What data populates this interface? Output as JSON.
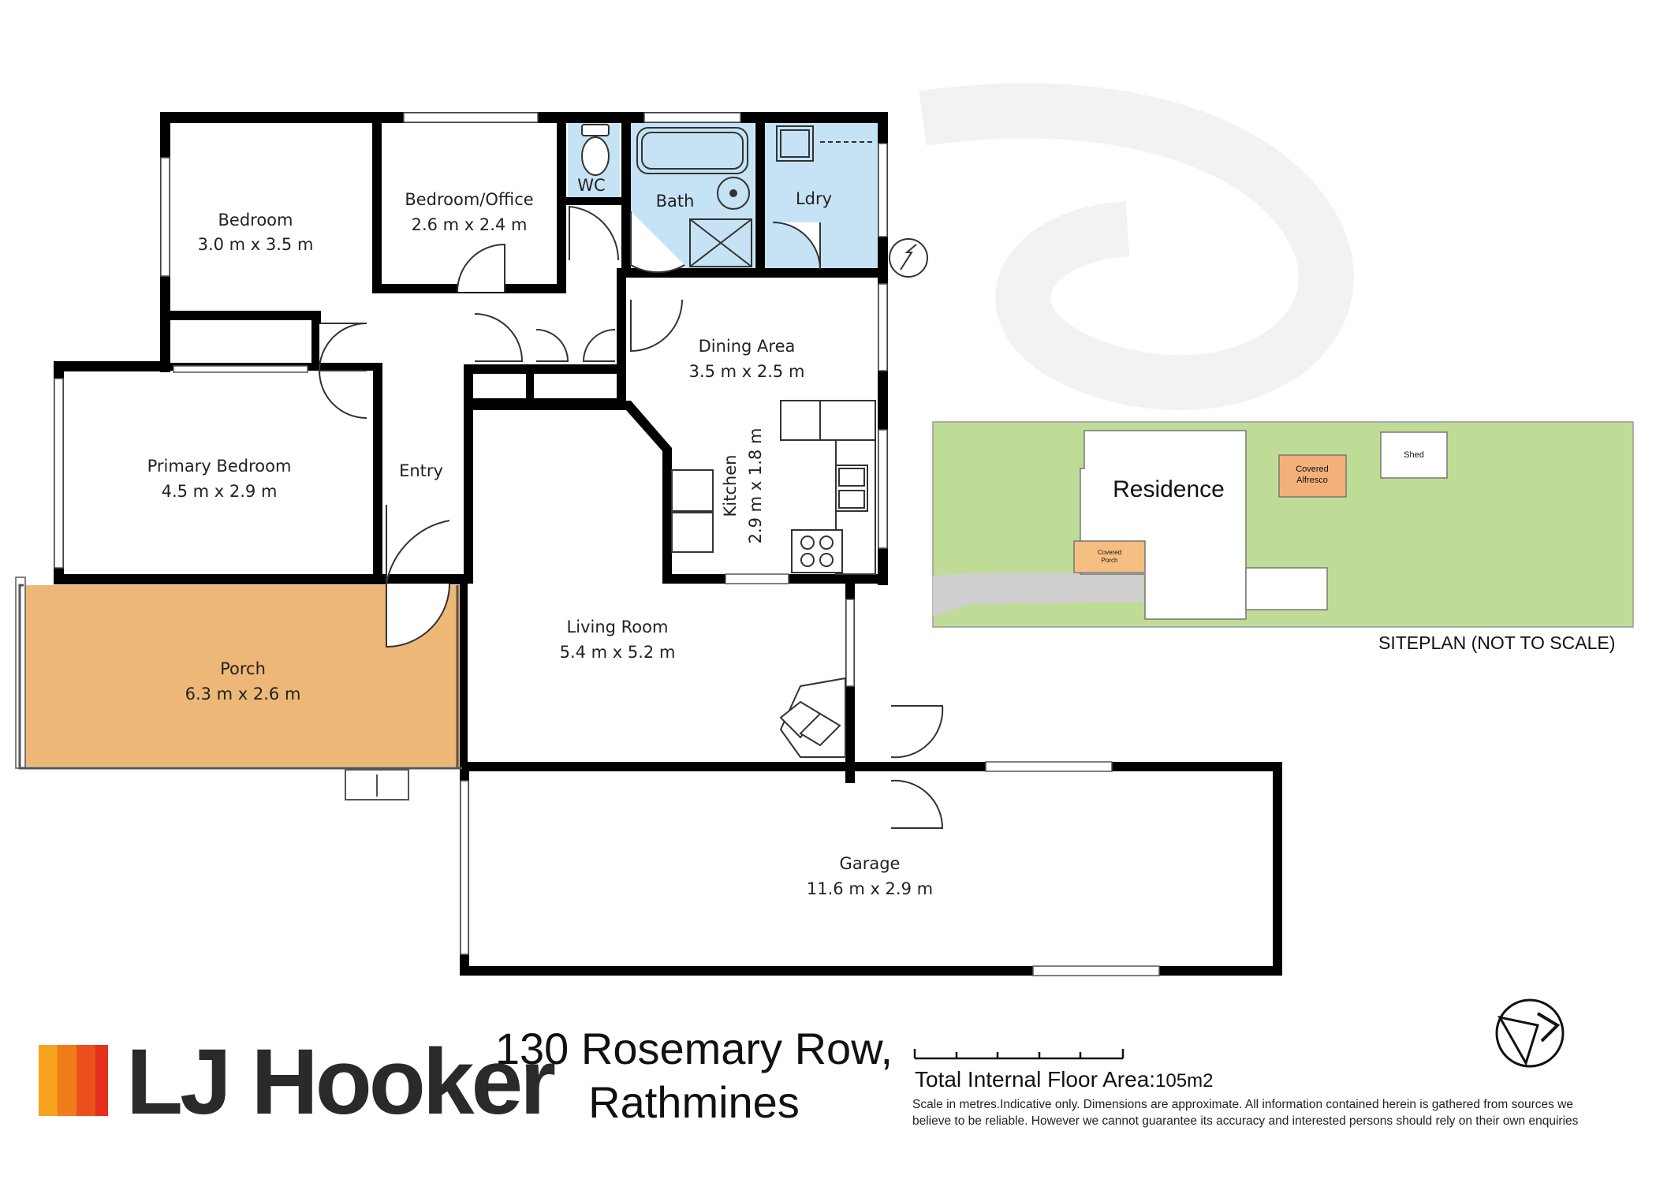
{
  "rooms": {
    "bedroom": {
      "name": "Bedroom",
      "dims": "3.0 m x 3.5 m"
    },
    "bedroom_office": {
      "name": "Bedroom/Office",
      "dims": "2.6 m x 2.4 m"
    },
    "wc": {
      "name": "WC"
    },
    "bath": {
      "name": "Bath"
    },
    "laundry": {
      "name": "Ldry"
    },
    "dining": {
      "name": "Dining Area",
      "dims": "3.5 m x 2.5 m"
    },
    "primary_bedroom": {
      "name": "Primary Bedroom",
      "dims": "4.5 m x 2.9 m"
    },
    "entry": {
      "name": "Entry"
    },
    "kitchen": {
      "name": "Kitchen",
      "dims": "2.9 m x 1.8 m"
    },
    "living": {
      "name": "Living Room",
      "dims": "5.4 m x 5.2 m"
    },
    "porch": {
      "name": "Porch",
      "dims": "6.3 m x 2.6 m"
    },
    "garage": {
      "name": "Garage",
      "dims": "11.6 m x 2.9 m"
    }
  },
  "siteplan": {
    "residence": "Residence",
    "covered_alfresco_line1": "Covered",
    "covered_alfresco_line2": "Alfresco",
    "shed": "Shed",
    "covered_porch_line1": "Covered",
    "covered_porch_line2": "Porch",
    "caption": "SITEPLAN (NOT TO SCALE)"
  },
  "footer": {
    "brand": "LJ Hooker",
    "address_line1": "130 Rosemary Row,",
    "address_line2": "Rathmines",
    "floor_area_label": "Total Internal Floor Area:",
    "floor_area_value": "105m2",
    "disclaimer_line1": "Scale in metres.Indicative only. Dimensions are approximate. All information contained herein is gathered from sources we",
    "disclaimer_line2": "believe to be reliable. However we cannot guarantee its accuracy and interested persons should rely on their own enquiries"
  },
  "colors": {
    "wet_area": "#c6e3f5",
    "porch": "#edb877",
    "siteplan_lawn": "#bfdc97",
    "site_porch": "#f6bf82",
    "site_alfresco": "#f3b079",
    "driveway": "#cfcfcf",
    "wall": "#000000",
    "brand_orange1": "#f6a21e",
    "brand_orange2": "#f07c1a",
    "brand_red": "#e5301d"
  },
  "icons": [
    "compass-icon",
    "north-arrow-icon",
    "lj-hooker-logo-stripes"
  ]
}
